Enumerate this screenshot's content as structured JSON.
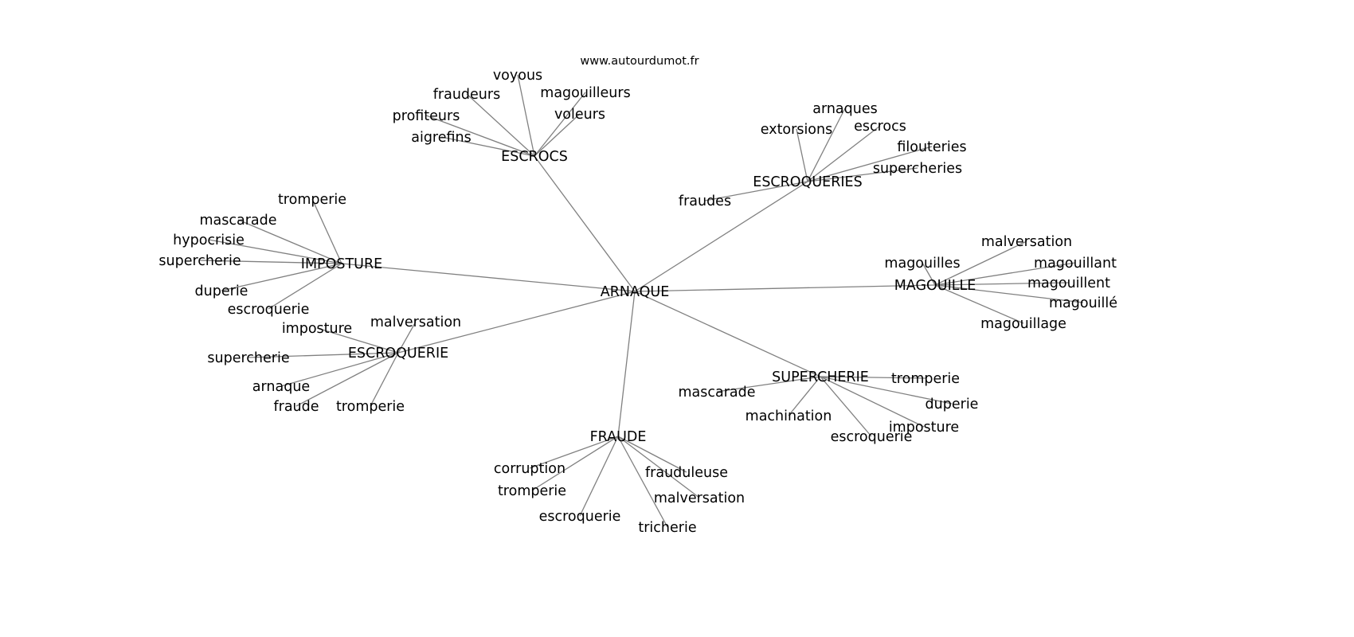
{
  "title": "www.autourdumot.fr",
  "root": "ARNAQUE",
  "groups": [
    {
      "hub": "ESCROCS",
      "leaves": [
        "fraudeurs",
        "voyous",
        "magouilleurs",
        "profiteurs",
        "voleurs",
        "aigrefins"
      ]
    },
    {
      "hub": "ESCROQUERIES",
      "leaves": [
        "extorsions",
        "arnaques",
        "escrocs",
        "filouteries",
        "supercheries",
        "fraudes"
      ]
    },
    {
      "hub": "IMPOSTURE",
      "leaves": [
        "tromperie",
        "mascarade",
        "hypocrisie",
        "supercherie",
        "duperie",
        "escroquerie"
      ]
    },
    {
      "hub": "MAGOUILLE",
      "leaves": [
        "magouilles",
        "malversation",
        "magouillant",
        "magouillent",
        "magouillé",
        "magouillage"
      ]
    },
    {
      "hub": "ESCROQUERIE",
      "leaves": [
        "imposture",
        "malversation",
        "supercherie",
        "arnaque",
        "fraude",
        "tromperie"
      ]
    },
    {
      "hub": "SUPERCHERIE",
      "leaves": [
        "mascarade",
        "tromperie",
        "duperie",
        "machination",
        "imposture",
        "escroquerie"
      ]
    },
    {
      "hub": "FRAUDE",
      "leaves": [
        "corruption",
        "frauduleuse",
        "tromperie",
        "escroquerie",
        "tricherie",
        "malversation"
      ]
    }
  ]
}
